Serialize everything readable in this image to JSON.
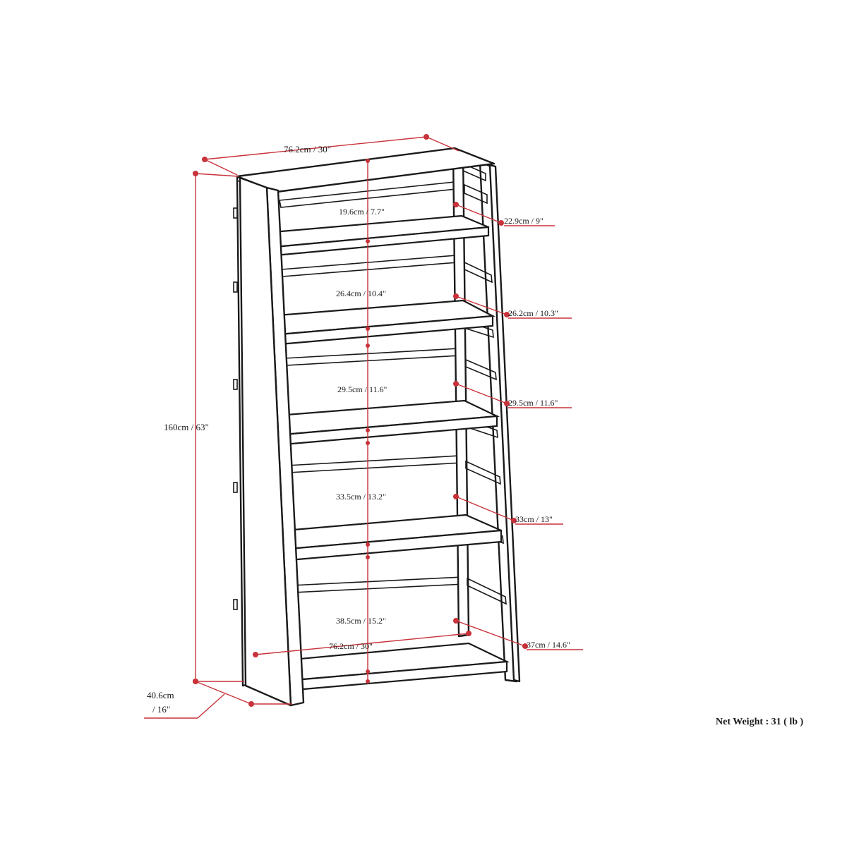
{
  "colors": {
    "dimension_line": "#c8323a",
    "outline": "#1a1a1a",
    "background": "#ffffff"
  },
  "dimensions": {
    "width_top": "76.2cm / 30\"",
    "height_total": "160cm / 63\"",
    "depth_line1": "40.6cm",
    "depth_line2": "/ 16\"",
    "width_bottom": "76.2cm / 30\""
  },
  "shelf_gaps_center": [
    "19.6cm / 7.7\"",
    "26.4cm / 10.4\"",
    "29.5cm / 11.6\"",
    "33.5cm / 13.2\"",
    "38.5cm / 15.2\""
  ],
  "shelf_depths_side": [
    "22.9cm / 9\"",
    "26.2cm / 10.3\"",
    "29.5cm / 11.6\"",
    "33cm / 13\"",
    "37cm / 14.6\""
  ],
  "net_weight": "Net Weight : 31 ( lb )"
}
